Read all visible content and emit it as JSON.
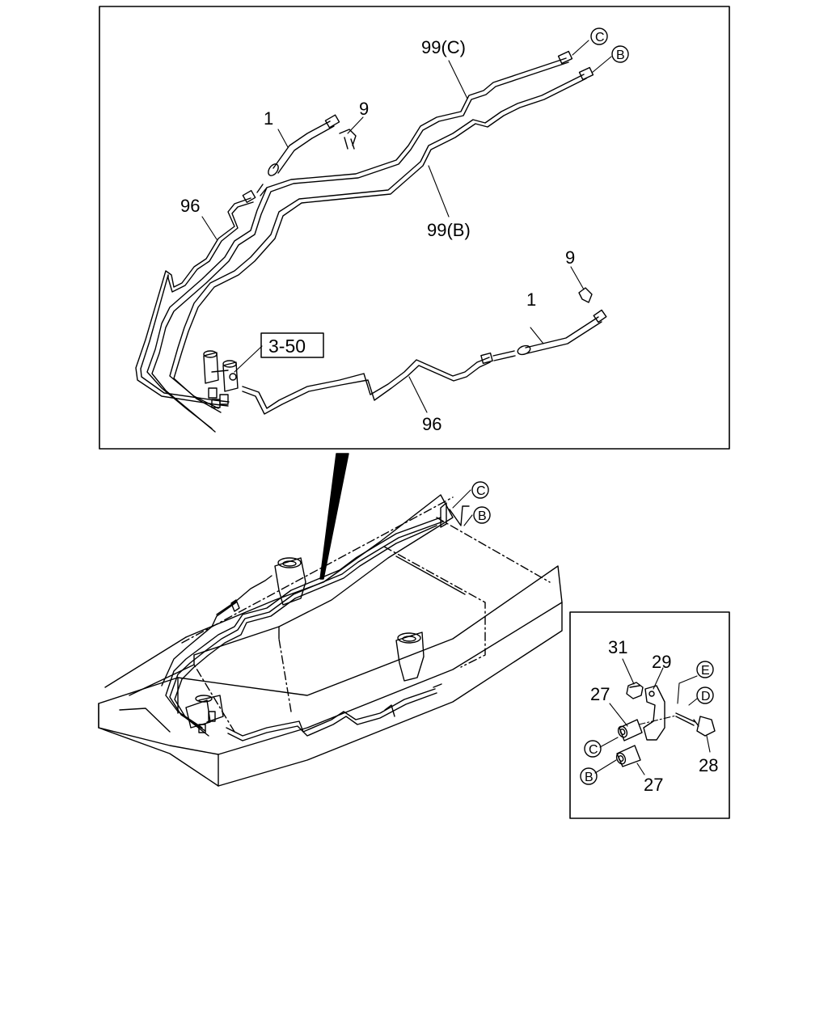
{
  "top_panel": {
    "labels": {
      "line_c": "99(C)",
      "line_b": "99(B)",
      "hose_upper": "1",
      "hose_lower": "1",
      "clip_upper": "9",
      "clip_lower": "9",
      "pipe_upper": "96",
      "pipe_lower": "96",
      "ref_box": "3-50",
      "conn_c": "C",
      "conn_b": "B"
    }
  },
  "frame_view": {
    "labels": {
      "conn_c": "C",
      "conn_b": "B"
    }
  },
  "detail_panel": {
    "labels": {
      "nut": "31",
      "bracket": "29",
      "spacer_upper": "27",
      "spacer_lower": "27",
      "bolt": "28",
      "conn_e": "E",
      "conn_d": "D",
      "conn_c": "C",
      "conn_b": "B"
    }
  }
}
